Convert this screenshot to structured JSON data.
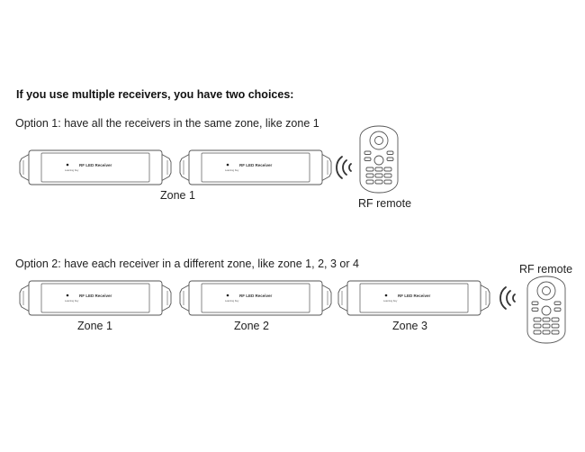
{
  "heading": "If you use multiple receivers, you have two choices:",
  "option1": {
    "text": "Option 1: have all the receivers in the same zone, like zone 1",
    "zone_label": "Zone 1",
    "remote_label": "RF remote",
    "receivers": [
      {
        "label": "RF LED Receiver",
        "sub": "Learning Key"
      },
      {
        "label": "RF LED Receiver",
        "sub": "Learning Key"
      }
    ]
  },
  "option2": {
    "text": "Option 2: have each receiver in a different zone, like zone 1, 2, 3 or 4",
    "remote_label": "RF remote",
    "receivers": [
      {
        "label": "RF LED Receiver",
        "sub": "Learning Key",
        "zone": "Zone 1"
      },
      {
        "label": "RF LED Receiver",
        "sub": "Learning Key",
        "zone": "Zone 2"
      },
      {
        "label": "RF LED Receiver",
        "sub": "Learning Key",
        "zone": "Zone 3"
      }
    ]
  },
  "colors": {
    "line": "#555555",
    "fill": "#ffffff"
  },
  "icons": [
    "receiver-icon",
    "rf-remote-icon",
    "wireless-signal-icon"
  ]
}
